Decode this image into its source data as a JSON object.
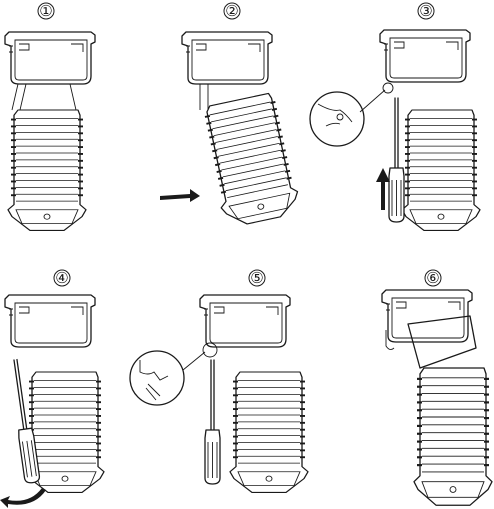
{
  "steps": [
    {
      "label": "①"
    },
    {
      "label": "②"
    },
    {
      "label": "③"
    },
    {
      "label": "④"
    },
    {
      "label": "⑤"
    },
    {
      "label": "⑥"
    }
  ],
  "icons": {
    "push_arrow": "right-arrow-icon",
    "lift_arrow": "up-arrow-icon",
    "rotate_arrow": "curved-arrow-icon",
    "tool": "screwdriver-icon",
    "zoom": "magnifier-detail-icon"
  }
}
